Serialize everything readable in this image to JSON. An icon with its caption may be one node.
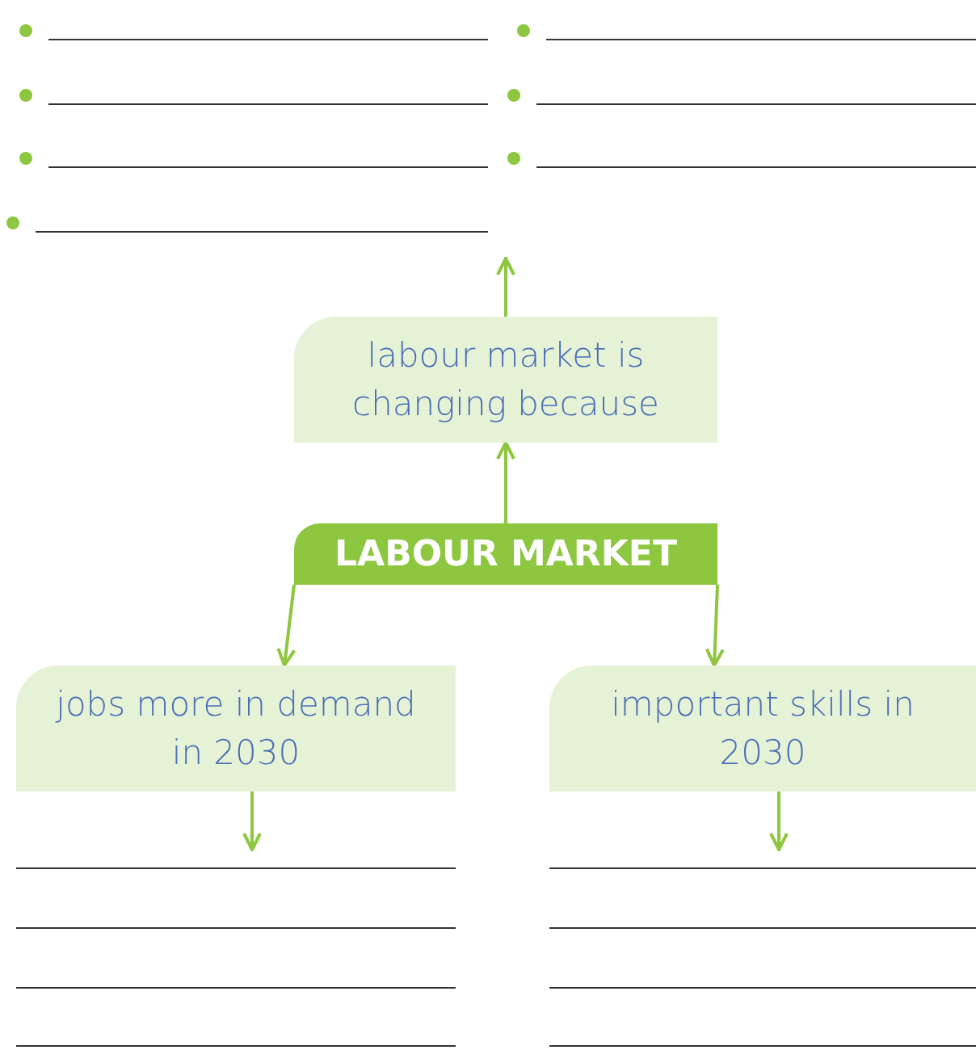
{
  "diagram": {
    "nodes": [
      {
        "text": [
          "LABOUR MARKET"
        ]
      },
      {
        "text": [
          "labour market is changing because"
        ]
      },
      {
        "text": [
          "jobs more in demand in 2030"
        ]
      },
      {
        "text": [
          "important skills in 2030"
        ]
      }
    ],
    "edges": [
      {
        "from": 0,
        "to": 1,
        "arrow": "to"
      },
      {
        "from": 1,
        "to": null,
        "arrow": "to"
      },
      {
        "from": 0,
        "to": 2,
        "arrow": "to"
      },
      {
        "from": 0,
        "to": 3,
        "arrow": "to"
      },
      {
        "from": 2,
        "to": null,
        "arrow": "to"
      },
      {
        "from": 3,
        "to": null,
        "arrow": "to"
      }
    ]
  }
}
